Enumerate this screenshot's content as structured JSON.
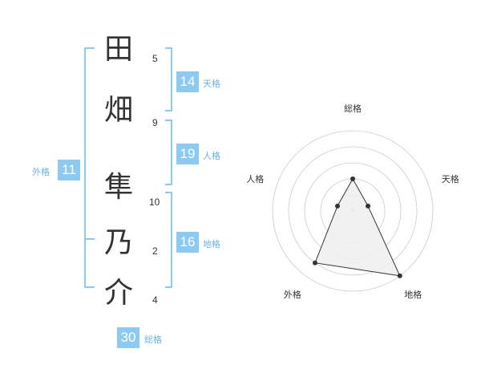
{
  "name": {
    "chars": [
      {
        "char": "田",
        "strokes": "5"
      },
      {
        "char": "畑",
        "strokes": "9"
      },
      {
        "char": "隼",
        "strokes": "10"
      },
      {
        "char": "乃",
        "strokes": "2"
      },
      {
        "char": "介",
        "strokes": "4"
      }
    ]
  },
  "fortune": {
    "tenkaku": {
      "value": "14",
      "label": "天格"
    },
    "jinkaku": {
      "value": "19",
      "label": "人格"
    },
    "chikaku": {
      "value": "16",
      "label": "地格"
    },
    "gaikaku": {
      "value": "11",
      "label": "外格"
    },
    "soukaku": {
      "value": "30",
      "label": "総格"
    }
  },
  "chart_data": {
    "type": "radar",
    "axes": [
      "総格",
      "天格",
      "地格",
      "外格",
      "人格"
    ],
    "values": [
      2,
      1,
      5,
      4,
      1
    ],
    "rmax": 5,
    "colors": {
      "fill": "#efefef",
      "line": "#333333",
      "grid": "#cccccc",
      "point": "#333333"
    }
  },
  "colors": {
    "accent": "#8ccaf2",
    "accent_text": "#6ab3e3",
    "text": "#333333"
  }
}
